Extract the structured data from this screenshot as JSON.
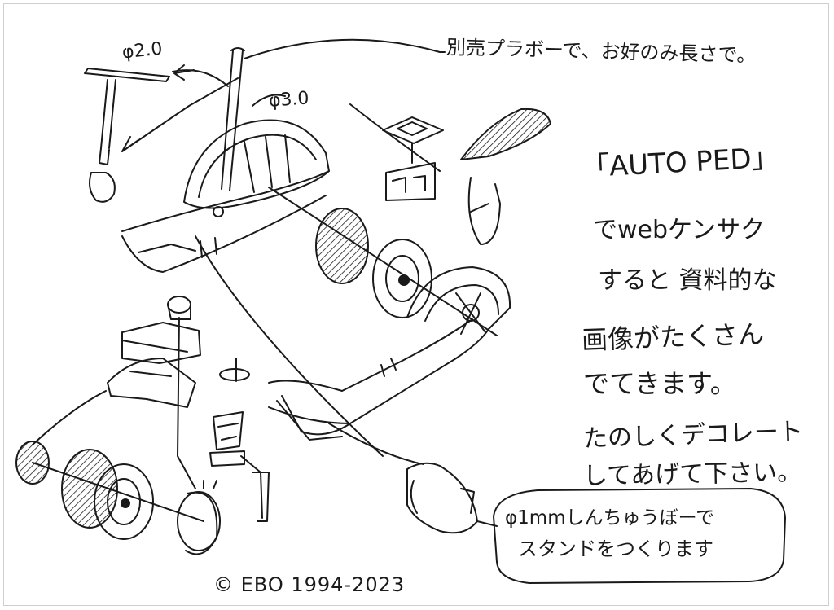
{
  "labels": {
    "rod_small": "φ2.0",
    "rod_large": "φ3.0",
    "sold_separately": "別売プラボーで、お好のみ長さで。"
  },
  "notes": {
    "main_lines": [
      "「AUTO PED」",
      "でwebケンサク",
      "すると 資料的な",
      "画像がたくさん",
      "でてきます。",
      "たのしくデコレート",
      "してあげて下さい。"
    ],
    "stand_note": [
      "φ1mmしんちゅうぼーで",
      "スタンドをつくります"
    ]
  },
  "footer": {
    "copyright": "© EBO 1994-2023"
  },
  "colors": {
    "ink": "#1a1a1a",
    "paper": "#ffffff"
  }
}
